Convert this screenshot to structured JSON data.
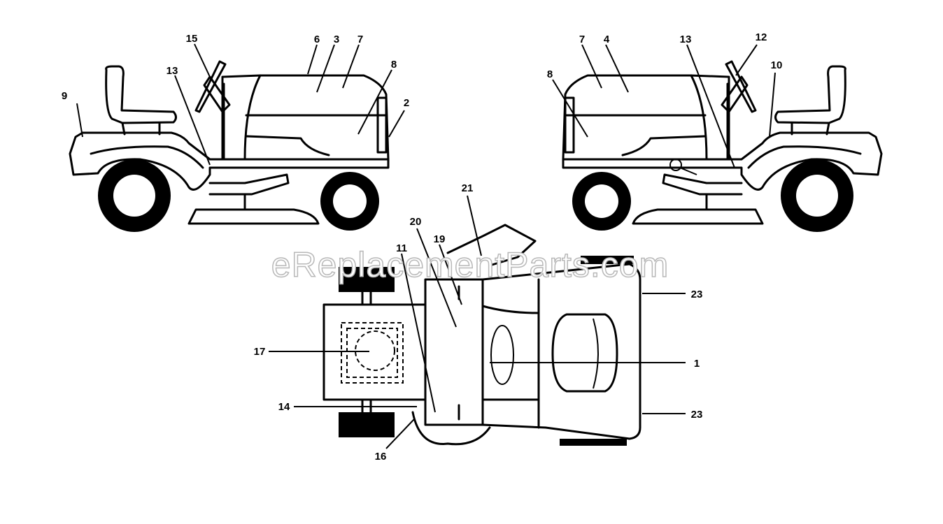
{
  "watermark": "eReplacementParts.com",
  "callouts": {
    "c1": "1",
    "c2": "2",
    "c3": "3",
    "c4": "4",
    "c6": "6",
    "c7_left": "7",
    "c7_right": "7",
    "c8_left": "8",
    "c8_right": "8",
    "c9": "9",
    "c10": "10",
    "c11": "11",
    "c12": "12",
    "c13_left": "13",
    "c13_right": "13",
    "c14": "14",
    "c15": "15",
    "c16": "16",
    "c17": "17",
    "c19": "19",
    "c20": "20",
    "c21": "21",
    "c23_top": "23",
    "c23_bottom": "23"
  }
}
